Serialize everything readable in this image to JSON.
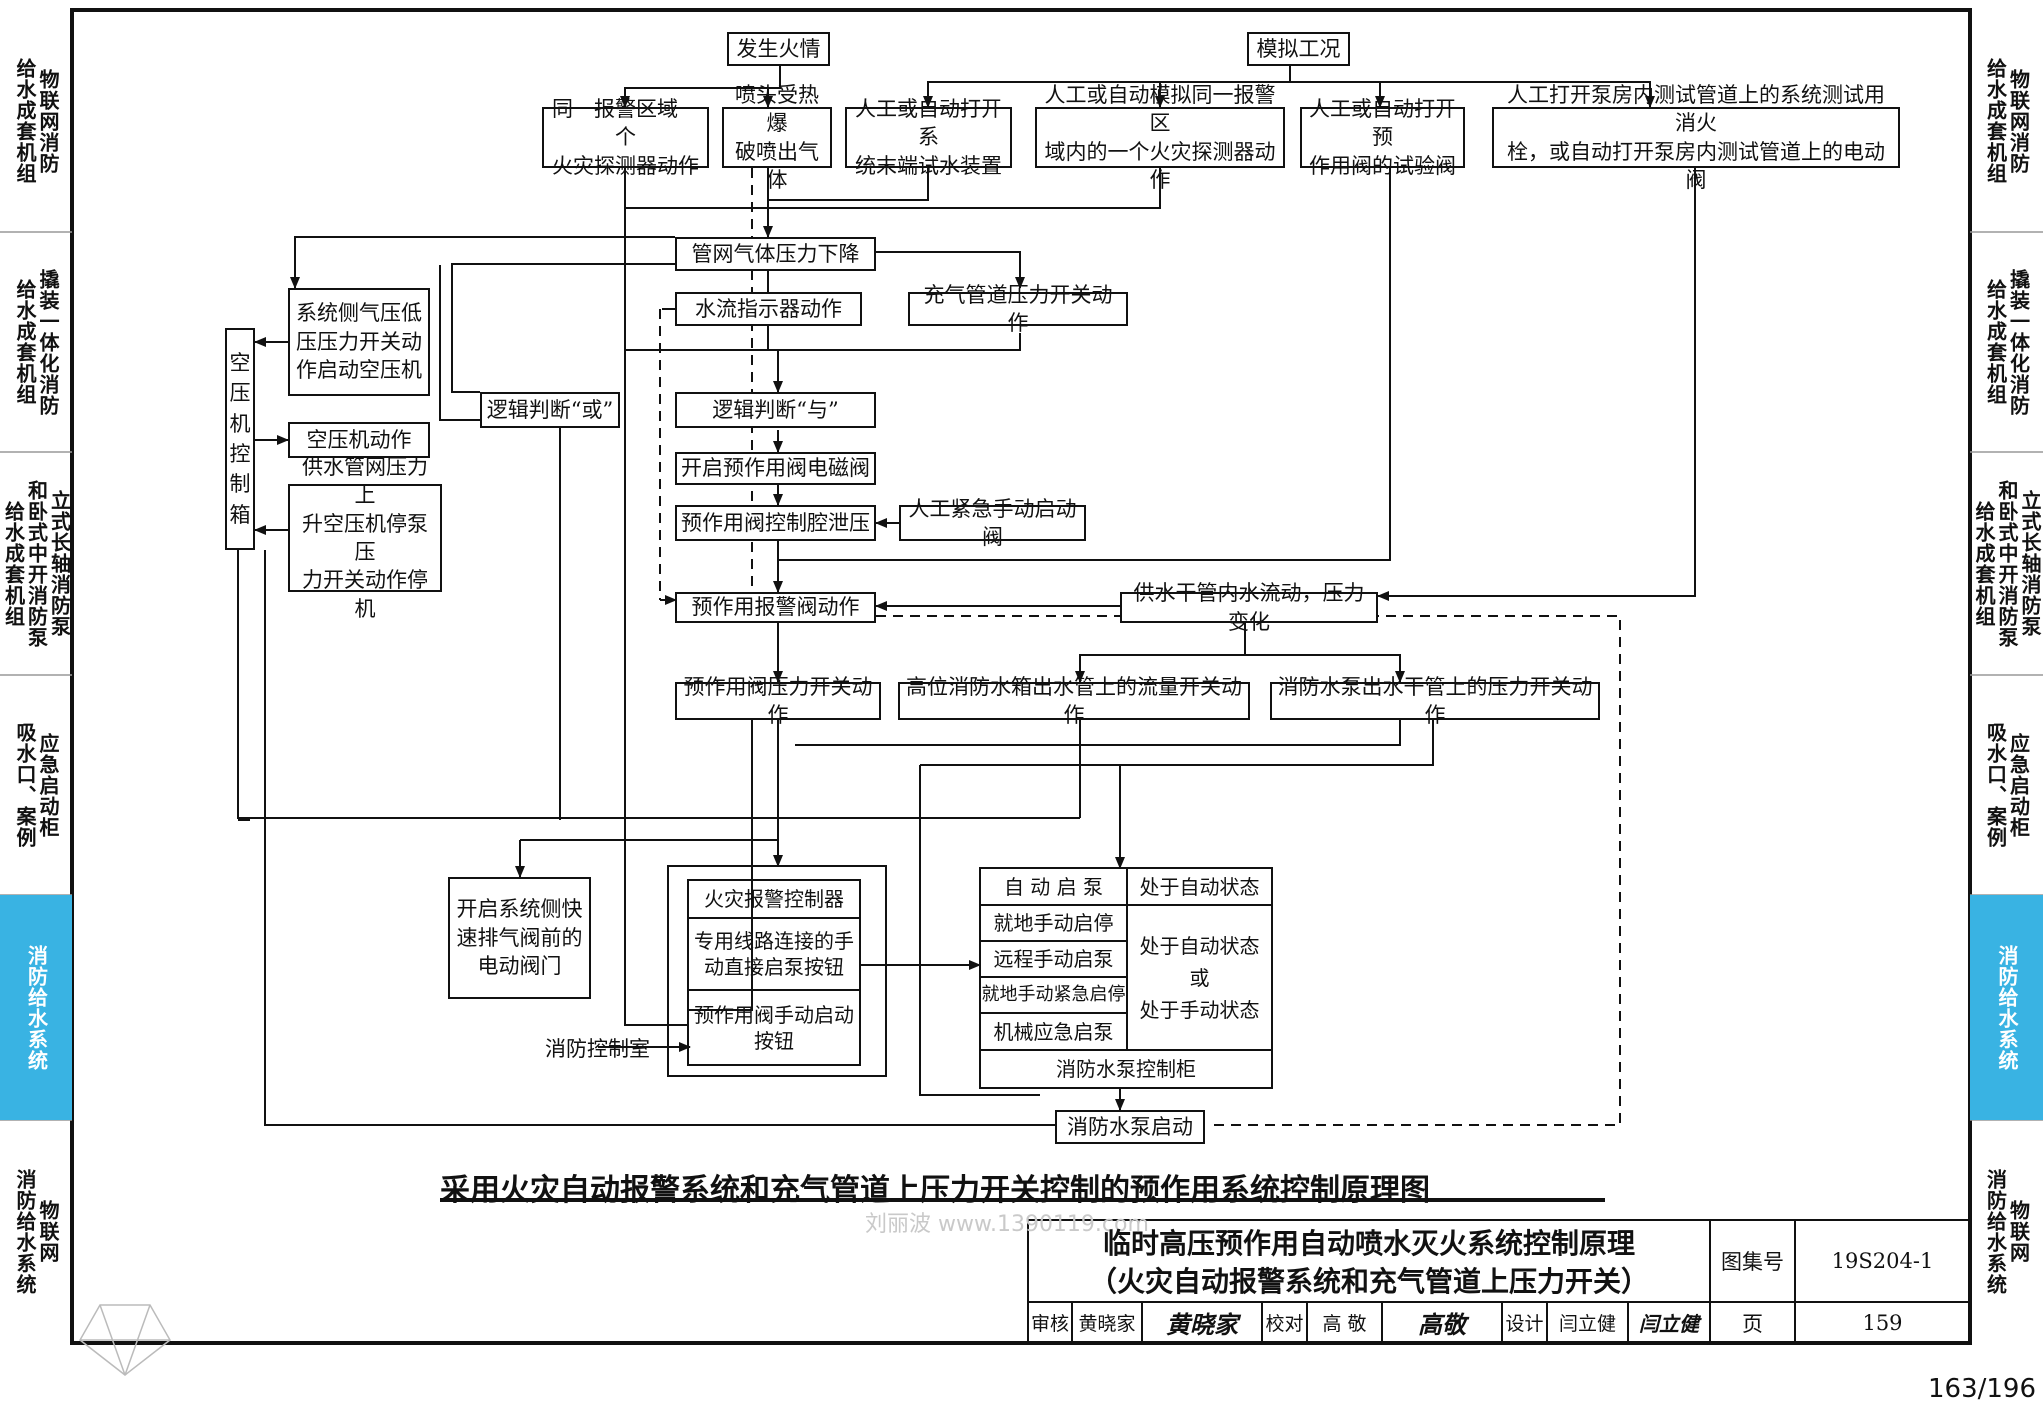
{
  "side_tabs": {
    "left": [
      {
        "cols": [
          "物联网消防",
          "给水成套机组"
        ]
      },
      {
        "cols": [
          "撬装一体化消防",
          "给水成套机组"
        ]
      },
      {
        "cols": [
          "立式长轴消防泵",
          "和卧式中开消防泵",
          "给水成套机组"
        ]
      },
      {
        "cols": [
          "应急启动柜",
          "吸水口、案例"
        ]
      },
      {
        "cols": [
          "消防给水系统"
        ],
        "active": true
      },
      {
        "cols": [
          "物联网",
          "消防给水系统"
        ]
      }
    ],
    "right": [
      {
        "cols": [
          "物联网消防",
          "给水成套机组"
        ]
      },
      {
        "cols": [
          "撬装一体化消防",
          "给水成套机组"
        ]
      },
      {
        "cols": [
          "立式长轴消防泵",
          "和卧式中开消防泵",
          "给水成套机组"
        ]
      },
      {
        "cols": [
          "应急启动柜",
          "吸水口、案例"
        ]
      },
      {
        "cols": [
          "消防给水系统"
        ],
        "active": true
      },
      {
        "cols": [
          "物联网",
          "消防给水系统"
        ]
      }
    ]
  },
  "nodes": {
    "fire": "发生火情",
    "sim": "模拟工况",
    "detector": "同一报警区域一个\n火灾探测器动作",
    "sprinkler": "喷头受热爆\n破喷出气体",
    "test_valve": "人工或自动打开系\n统末端试水装置",
    "sim_detector": "人工或自动模拟同一报警区\n域内的一个火灾探测器动作",
    "preaction_test": "人工或自动打开预\n作用阀的试验阀",
    "pump_test": "人工打开泵房内测试管道上的系统测试用消火\n栓，或自动打开泵房内测试管道上的电动阀",
    "pressure_drop": "管网气体压力下降",
    "flow_indicator": "水流指示器动作",
    "air_switch": "充气管道压力开关动作",
    "low_pressure": "系统侧气压低\n压压力开关动\n作启动空压机",
    "compressor_box": "空\n压\n机\n控\n制\n箱",
    "compressor_run": "空压机动作",
    "supply_rise": "供水管网压力上\n升空压机停泵压\n力开关动作停机",
    "logic_or": "逻辑判断“或”",
    "logic_and": "逻辑判断“与”",
    "solenoid": "开启预作用阀电磁阀",
    "chamber": "预作用阀控制腔泄压",
    "manual_emergency": "人工紧急手动启动阀",
    "alarm_valve": "预作用报警阀动作",
    "main_flow": "供水干管内水流动，压力变化",
    "valve_pressure": "预作用阀压力开关动作",
    "tank_flow": "高位消防水箱出水管上的流量开关动作",
    "pump_pressure": "消防水泵出水干管上的压力开关动作",
    "exhaust": "开启系统侧快\n速排气阀前的\n电动阀门",
    "fire_controller": "火灾报警控制器",
    "dedicated_line": "专用线路连接的手\n动直接启泵按钮",
    "manual_button": "预作用阀手动启动\n按钮",
    "control_room": "消防控制室",
    "pump_start": "消防水泵启动"
  },
  "pump_panel": {
    "left": [
      "自 动 启 泵",
      "就地手动启停",
      "远程手动启泵",
      "就地手动紧急启停",
      "机械应急启泵"
    ],
    "right_top": "处于自动状态",
    "right_bottom": "处于自动状态\n或\n处于手动状态",
    "footer": "消防水泵控制柜"
  },
  "caption": "采用火灾自动报警系统和充气管道上压力开关控制的预作用系统控制原理图",
  "watermark": "刘丽波  www.1390119.com",
  "title_block": {
    "title_line1": "临时高压预作用自动喷水灭火系统控制原理",
    "title_line2": "（火灾自动报警系统和充气管道上压力开关）",
    "atlas_label": "图集号",
    "atlas_no": "19S204-1",
    "review_label": "审核",
    "reviewer": "黄晓家",
    "check_label": "校对",
    "checker": "高 敬",
    "design_label": "设计",
    "designer": "闫立健",
    "page_label": "页",
    "page_no": "159",
    "sig_reviewer": "黄晓家",
    "sig_checker": "高敬",
    "sig_designer": "闫立健"
  },
  "page_counter": "163/196"
}
